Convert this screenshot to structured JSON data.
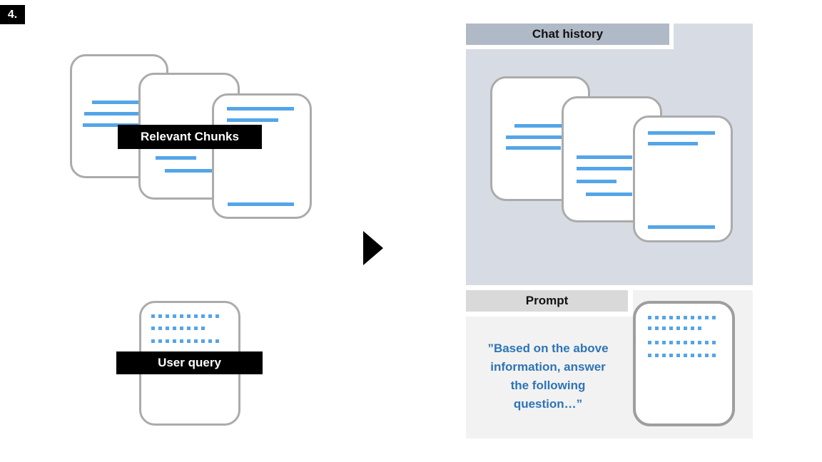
{
  "step_badge": "4.",
  "left_group": {
    "relevant_chunks_label": "Relevant Chunks",
    "user_query_label": "User query"
  },
  "right_group": {
    "chat_history_label": "Chat history",
    "prompt_label": "Prompt",
    "prompt_text": "”Based on the above\ninformation, answer\nthe following\nquestion…”"
  },
  "icons": {
    "arrow": "right-arrow"
  },
  "colors": {
    "accent_blue": "#54A5E8",
    "prompt_text_blue": "#2E74B5",
    "chat_panel_bg": "#D7DCE4",
    "chat_header_bg": "#B0B9C6",
    "prompt_panel_bg": "#F2F2F2",
    "prompt_header_bg": "#D9D9D9",
    "card_border_gray": "#ABABAB",
    "label_bar_bg": "#000000"
  }
}
